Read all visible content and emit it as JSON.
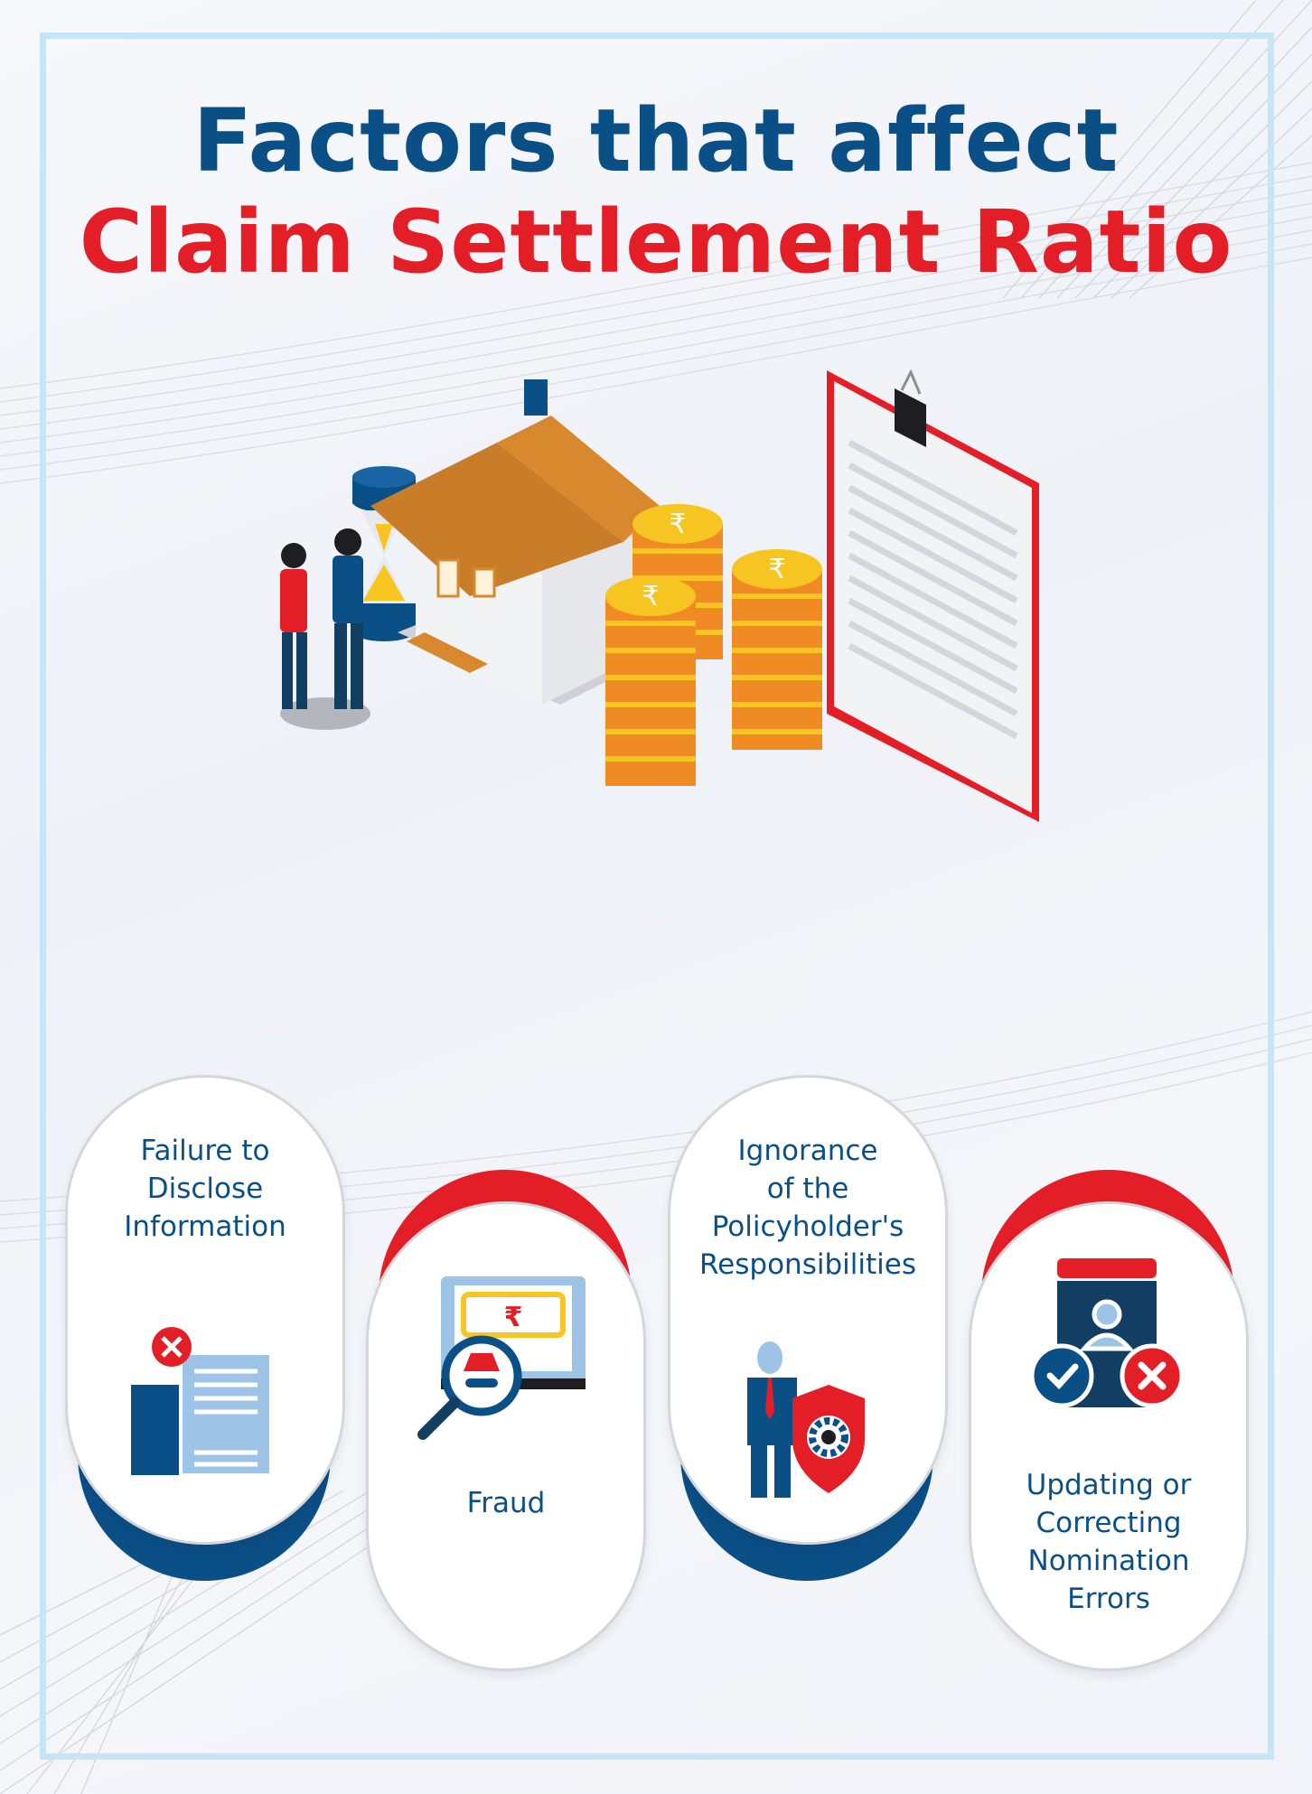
{
  "header": {
    "title_line1": "Factors that affect",
    "title_line2": "Claim Settlement Ratio"
  },
  "colors": {
    "navy": "#0b4f87",
    "red": "#e41e26",
    "light_blue": "#9dc3e6",
    "frame": "#c6e6f8",
    "gold": "#f7c521",
    "orange": "#f08a24"
  },
  "hero": {
    "icons": [
      "couple-icon",
      "hourglass-icon",
      "house-icon",
      "rupee-coin-stacks-icon",
      "clipboard-icon"
    ],
    "coin_symbol": "₹"
  },
  "factors": [
    {
      "label_lines": [
        "Failure to",
        "Disclose",
        "Information"
      ],
      "icon": "document-rejected-icon"
    },
    {
      "label_lines": [
        "Fraud"
      ],
      "icon": "fraud-detection-icon",
      "symbol": "₹"
    },
    {
      "label_lines": [
        "Ignorance",
        "of the",
        "Policyholder's",
        "Responsibilities"
      ],
      "icon": "policyholder-shield-icon"
    },
    {
      "label_lines": [
        "Updating or",
        "Correcting",
        "Nomination",
        "Errors"
      ],
      "icon": "nominee-approval-icon"
    }
  ]
}
